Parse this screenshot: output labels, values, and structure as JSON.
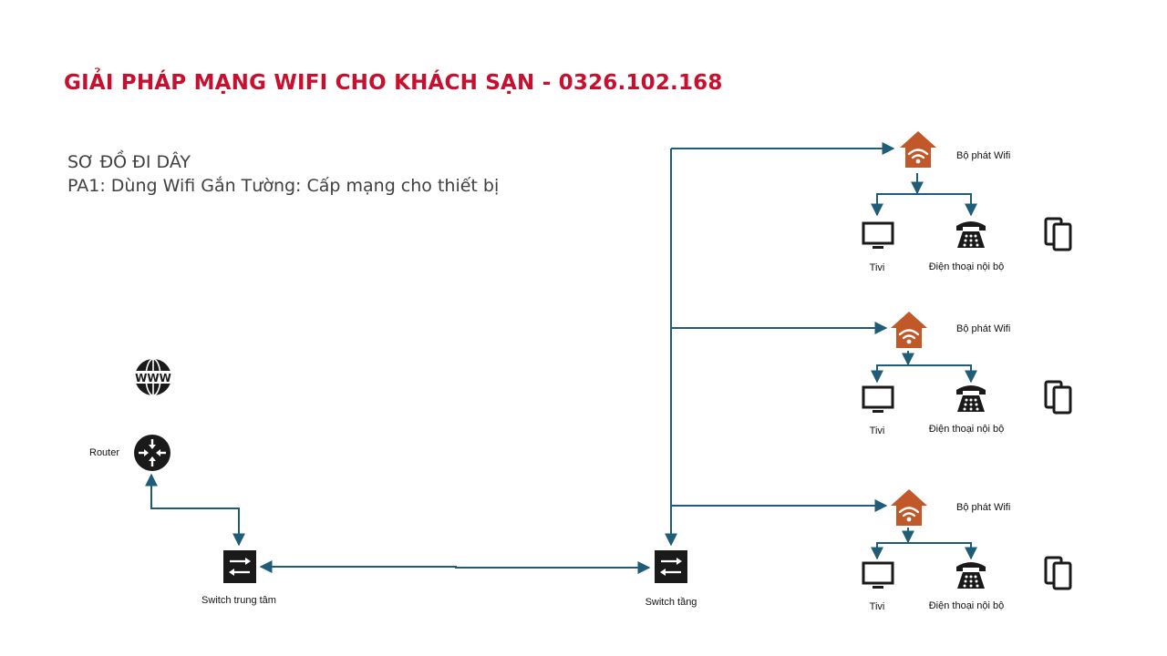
{
  "page": {
    "title": "GIẢI PHÁP MẠNG WIFI CHO KHÁCH SẠN - 0326.102.168",
    "subtitle_line1": "SƠ ĐỒ ĐI DÂY",
    "subtitle_line2": "PA1: Dùng Wifi Gắn Tường: Cấp mạng cho thiết bị"
  },
  "colors": {
    "title": "#c8102e",
    "wire": "#1f5c78",
    "access_point": "#c0582a",
    "device": "#1a1a1a"
  },
  "core": {
    "internet_icon": "www-globe-icon",
    "router_label": "Router",
    "router_icon": "router-icon",
    "central_switch_label": "Switch trung tâm",
    "floor_switch_label": "Switch tầng",
    "switch_icon": "switch-icon"
  },
  "floors": [
    {
      "ap_label": "Bộ phát Wifi",
      "tv_label": "Tivi",
      "phone_label": "Điện thoại nội bộ"
    },
    {
      "ap_label": "Bộ phát Wifi",
      "tv_label": "Tivi",
      "phone_label": "Điện thoại nội bộ"
    },
    {
      "ap_label": "Bộ phát Wifi",
      "tv_label": "Tivi",
      "phone_label": "Điện thoại nội bộ"
    }
  ]
}
